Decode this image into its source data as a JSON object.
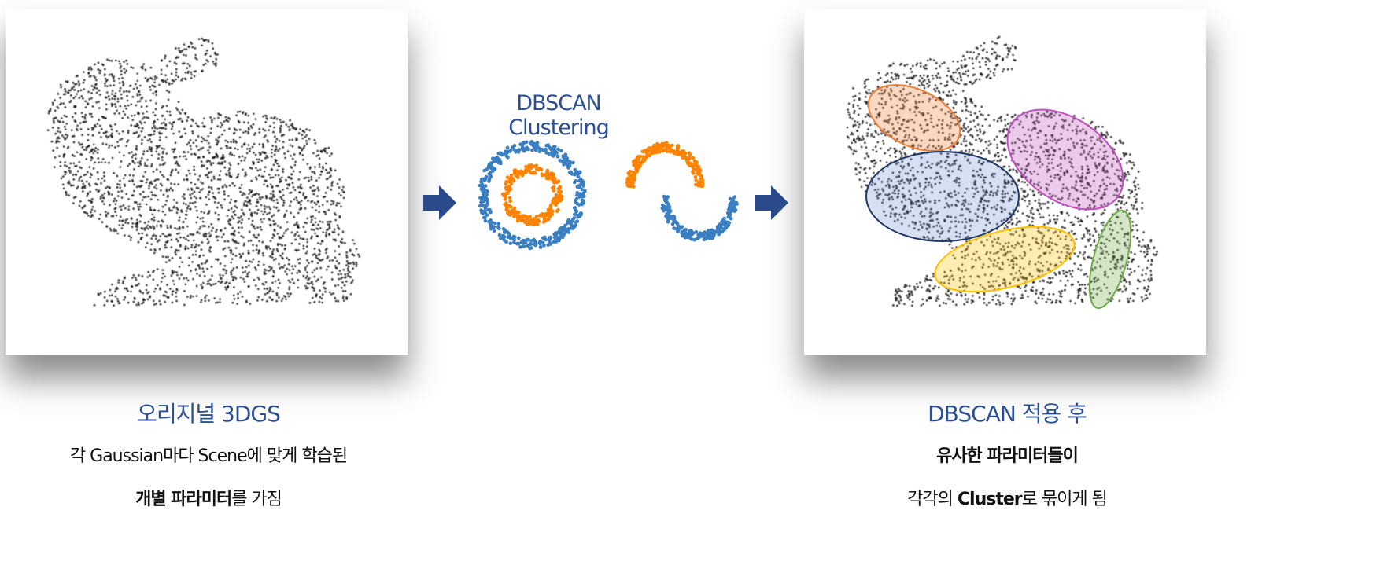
{
  "left": {
    "title": "오리지널 3DGS",
    "line1": "각 Gaussian마다 Scene에 맞게 학습된",
    "line2_bold": "개별 파라미터",
    "line2_rest": "를 가짐"
  },
  "middle": {
    "title": "DBSCAN Clustering"
  },
  "right": {
    "title": "DBSCAN 적용 후",
    "line1": "유사한 파라미터들이",
    "line2_pre": "각각의 ",
    "line2_bold": "Cluster",
    "line2_rest": "로 묶이게 됨"
  },
  "colors": {
    "accent": "#2b4e95",
    "cluster_blue": "#3a7fc1",
    "cluster_orange": "#ff8200",
    "ellipse_orange": "#ed7d31",
    "ellipse_purple": "#c04fc0",
    "ellipse_blue": "#1f3864",
    "ellipse_yellow": "#ffc000",
    "ellipse_green": "#70ad47"
  }
}
